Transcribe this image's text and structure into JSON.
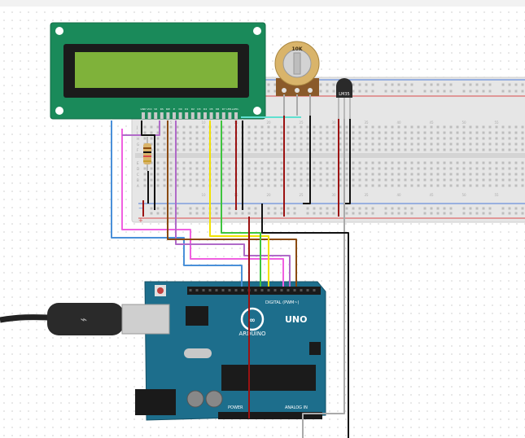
{
  "lcd": {
    "pin_labels": [
      "GND",
      "VCC",
      "V0",
      "RS",
      "RW",
      "E",
      "D0",
      "D1",
      "D2",
      "D3",
      "D4",
      "D5",
      "D6",
      "D7",
      "LED+",
      "LED-"
    ]
  },
  "potentiometer": {
    "label": "10K"
  },
  "sensor": {
    "label": "LM35"
  },
  "breadboard": {
    "row_labels_top": [
      "J",
      "I",
      "H",
      "G",
      "F"
    ],
    "row_labels_bottom": [
      "E",
      "D",
      "C",
      "B",
      "A"
    ],
    "column_numbers": [
      "5",
      "10",
      "15",
      "20",
      "25",
      "30",
      "35",
      "40",
      "45",
      "50",
      "55",
      "60"
    ]
  },
  "arduino": {
    "logo_text": "ARDUINO",
    "model": "UNO",
    "digital_label": "DIGITAL (PWM~)",
    "power_label": "POWER",
    "analog_label": "ANALOG IN"
  },
  "colors": {
    "lcd_board": "#1a8a5a",
    "lcd_screen": "#7fb23a",
    "arduino_board": "#1d6e8c",
    "breadboard": "#e6e6e6",
    "rail_red": "#d94a4a",
    "rail_blue": "#4a7ad9",
    "wire_red": "#9b1212",
    "wire_black": "#111111",
    "wire_yellow": "#f2e200",
    "wire_green": "#3ec43e",
    "wire_pink": "#f060e0",
    "wire_purple": "#b06ac8",
    "wire_brown": "#8a4a10",
    "wire_blue": "#4a90d9",
    "wire_cyan": "#5fe0d0",
    "wire_gray": "#aaaaaa"
  }
}
